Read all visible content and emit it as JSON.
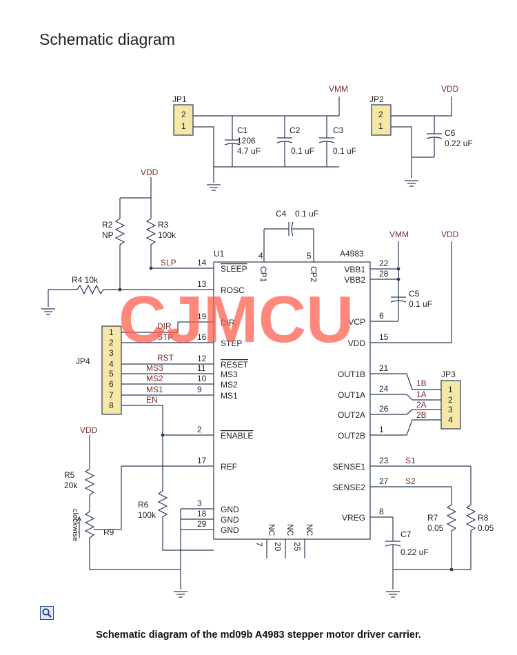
{
  "page": {
    "title": "Schematic diagram",
    "caption": "Schematic diagram of the md09b A4983 stepper motor driver carrier.",
    "watermark": "CJMCU",
    "zoom_icon": "magnifier-icon"
  },
  "colors": {
    "wire": "#2a3a55",
    "label": "#7a2b2b",
    "header_fill": "#f5e7a8",
    "watermark": "#ff5a4a"
  },
  "schematic": {
    "chip": {
      "ref": "U1",
      "part": "A4983",
      "left_pins": [
        {
          "num": "14",
          "name": "SLEEP",
          "net": "SLP"
        },
        {
          "num": "13",
          "name": "ROSC",
          "net": ""
        },
        {
          "num": "19",
          "name": "DIR",
          "net": "DIR"
        },
        {
          "num": "16",
          "name": "STEP",
          "net": "STP"
        },
        {
          "num": "12",
          "name": "RESET",
          "net": "RST"
        },
        {
          "num": "11",
          "name": "MS3",
          "net": "MS3"
        },
        {
          "num": "10",
          "name": "MS2",
          "net": "MS2"
        },
        {
          "num": "9",
          "name": "MS1",
          "net": "MS1"
        },
        {
          "num": "2",
          "name": "ENABLE",
          "net": "EN"
        },
        {
          "num": "17",
          "name": "REF",
          "net": ""
        },
        {
          "num": "3",
          "name": "GND",
          "net": ""
        },
        {
          "num": "18",
          "name": "GND",
          "net": ""
        },
        {
          "num": "29",
          "name": "GND",
          "net": ""
        }
      ],
      "right_pins": [
        {
          "num": "22",
          "name": "VBB1"
        },
        {
          "num": "28",
          "name": "VBB2"
        },
        {
          "num": "6",
          "name": "VCP"
        },
        {
          "num": "15",
          "name": "VDD"
        },
        {
          "num": "21",
          "name": "OUT1B"
        },
        {
          "num": "24",
          "name": "OUT1A"
        },
        {
          "num": "26",
          "name": "OUT2A"
        },
        {
          "num": "1",
          "name": "OUT2B"
        },
        {
          "num": "23",
          "name": "SENSE1"
        },
        {
          "num": "27",
          "name": "SENSE2"
        },
        {
          "num": "8",
          "name": "VREG"
        }
      ],
      "top_pins": [
        {
          "num": "4",
          "name": "CP1"
        },
        {
          "num": "5",
          "name": "CP2"
        }
      ],
      "bottom_pins": [
        {
          "num": "7",
          "name": "NC"
        },
        {
          "num": "20",
          "name": "NC"
        },
        {
          "num": "25",
          "name": "NC"
        }
      ]
    },
    "rails": {
      "vmm1": "VMM",
      "vmm2": "VMM",
      "vdd1": "VDD",
      "vdd2": "VDD",
      "vdd3": "VDD",
      "vdd4": "VDD"
    },
    "components": {
      "c1": {
        "ref": "C1",
        "line1": "1206",
        "line2": "4.7 uF"
      },
      "c2": {
        "ref": "C2",
        "value": "0.1 uF"
      },
      "c3": {
        "ref": "C3",
        "value": "0.1 uF"
      },
      "c4": {
        "ref": "C4",
        "value": "0.1 uF"
      },
      "c5": {
        "ref": "C5",
        "value": "0.1 uF"
      },
      "c6": {
        "ref": "C6",
        "value": "0.22 uF"
      },
      "c7": {
        "ref": "C7",
        "value": "0.22 uF"
      },
      "r2": {
        "ref": "R2",
        "value": "NP"
      },
      "r3": {
        "ref": "R3",
        "value": "100k"
      },
      "r4": {
        "label": "R4 10k"
      },
      "r5": {
        "ref": "R5",
        "value": "20k"
      },
      "r6": {
        "ref": "R6",
        "value": "100k"
      },
      "r7": {
        "ref": "R7",
        "value": "0.05"
      },
      "r8": {
        "ref": "R8",
        "value": "0.05"
      },
      "r9": {
        "ref": "R9",
        "note": "clockwise"
      }
    },
    "nets": {
      "s1": "S1",
      "s2": "S2"
    },
    "jp1": {
      "ref": "JP1",
      "pins": [
        "2",
        "1"
      ]
    },
    "jp2": {
      "ref": "JP2",
      "pins": [
        "2",
        "1"
      ]
    },
    "jp3": {
      "ref": "JP3",
      "pins": [
        "1",
        "2",
        "3",
        "4"
      ],
      "nets": [
        "1B",
        "1A",
        "2A",
        "2B"
      ]
    },
    "jp4": {
      "ref": "JP4",
      "pins": [
        "1",
        "2",
        "3",
        "4",
        "5",
        "6",
        "7",
        "8"
      ]
    }
  }
}
